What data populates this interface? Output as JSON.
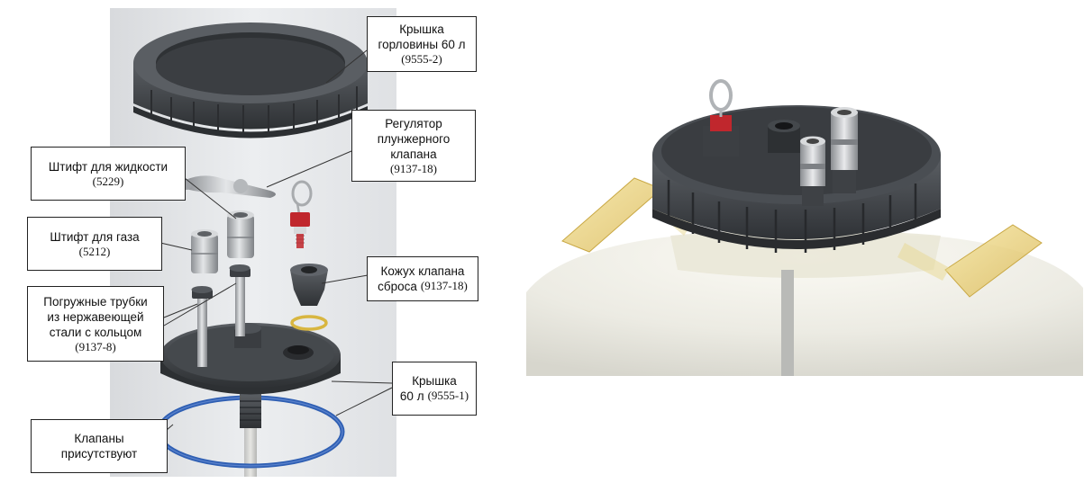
{
  "labels": {
    "neck_cap": {
      "line1": "Крышка",
      "line2": "горловины 60 л",
      "code": "(9555-2)"
    },
    "regulator": {
      "line1": "Регулятор",
      "line2": "плунжерного",
      "line3": "клапана",
      "code": "(9137-18)"
    },
    "liquid_pin": {
      "line1": "Штифт для жидкости",
      "code": "(5229)"
    },
    "gas_pin": {
      "line1": "Штифт для газа",
      "code": "(5212)"
    },
    "relief_housing": {
      "line1": "Кожух клапана",
      "line2": "сброса",
      "code": "(9137-18)"
    },
    "dip_tubes": {
      "line1": "Погружные трубки",
      "line2": "из нержавеющей",
      "line3": "стали с кольцом",
      "code": "(9137-8)"
    },
    "lid": {
      "line1": "Крышка",
      "line2": "60 л",
      "code": "(9555-1)"
    },
    "valves": {
      "line1": "Клапаны",
      "line2": "присутствуют"
    }
  },
  "colors": {
    "panel_bg": "#e3e5e8",
    "plastic_dark": "#3c3f43",
    "plastic_mid": "#55595e",
    "steel": "#b9bcbf",
    "oring_blue": "#2f5fb3",
    "oring_yellow": "#d8b640",
    "red_valve": "#c0272d",
    "vessel": "#efeee6",
    "handle_amber": "#e8d27a"
  }
}
